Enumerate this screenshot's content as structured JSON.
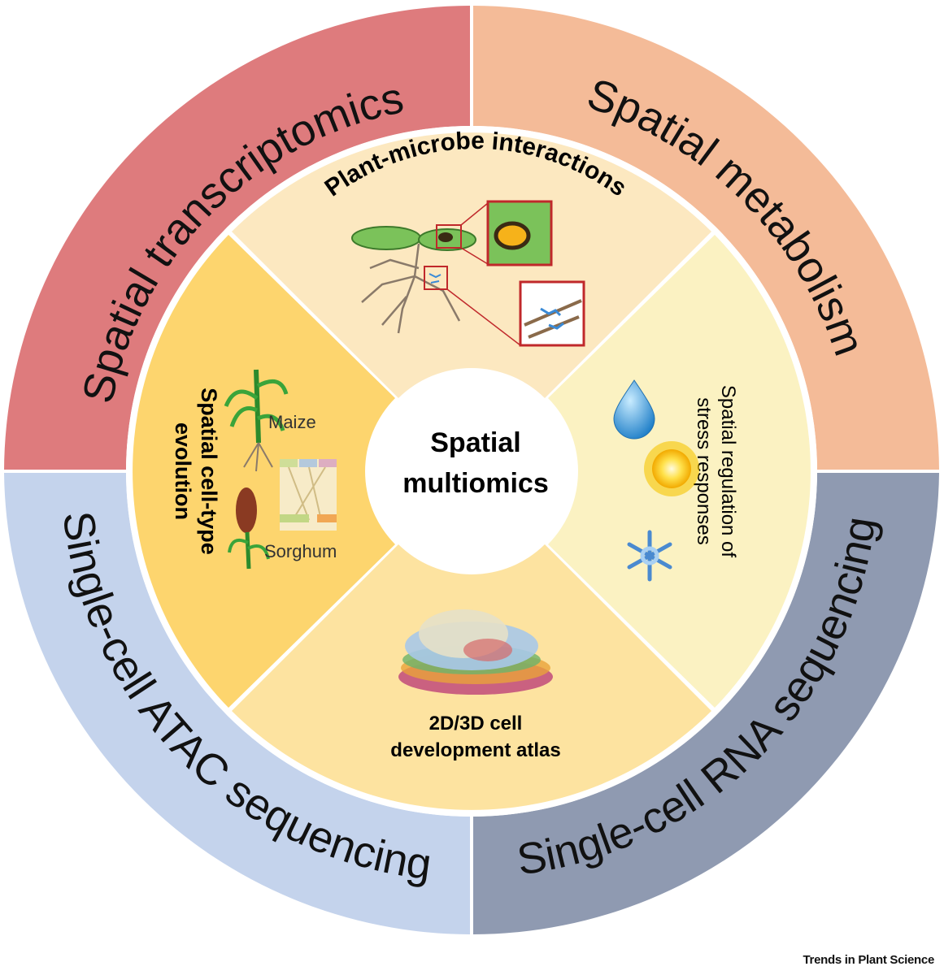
{
  "center": {
    "line1": "Spatial",
    "line2": "multiomics"
  },
  "outer_ring": {
    "top_left": "Spatial transcriptomics",
    "top_right": "Spatial metabolism",
    "bottom_left": "Single-cell ATAC sequencing",
    "bottom_right": "Single-cell RNA sequencing"
  },
  "inner_ring": {
    "top": "Plant-microbe  interactions",
    "right_line1": "Spatial regulation of",
    "right_line2": "stress responses",
    "bottom_line1": "2D/3D cell",
    "bottom_line2": "development atlas",
    "left_line1": "Spatial cell-type",
    "left_line2": "evolution",
    "maize_label": "Maize",
    "sorghum_label": "Sorghum"
  },
  "credit": "Trends in Plant Science",
  "colors": {
    "top_left": "#de7b7d",
    "top_right": "#f4bb98",
    "bottom_left": "#c4d3ec",
    "bottom_right": "#8f9ab1",
    "inner_top": "#fce8c0",
    "inner_right": "#fbf2c2",
    "inner_bottom": "#fde3a0",
    "inner_left": "#fdd56e"
  }
}
